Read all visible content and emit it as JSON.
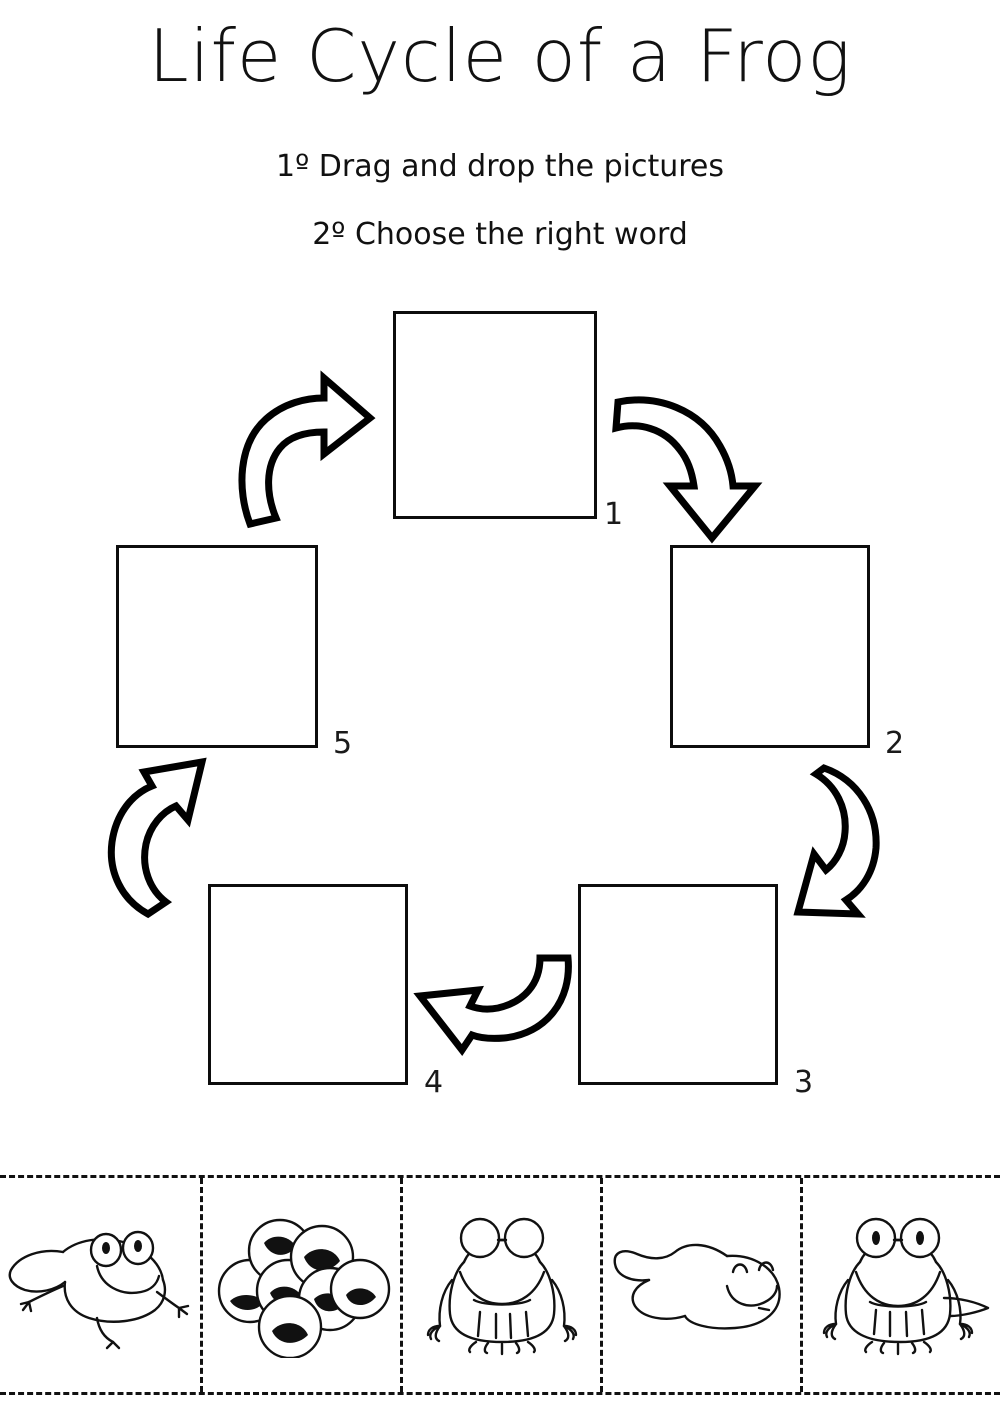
{
  "worksheet": {
    "title": "Life Cycle of a Frog",
    "instructions": [
      "1º Drag and drop the pictures",
      "2º Choose the right word"
    ]
  },
  "cycle": {
    "boxes": [
      {
        "number": "1",
        "label": "drop-zone-1",
        "content": ""
      },
      {
        "number": "2",
        "label": "drop-zone-2",
        "content": ""
      },
      {
        "number": "3",
        "label": "drop-zone-3",
        "content": ""
      },
      {
        "number": "4",
        "label": "drop-zone-4",
        "content": ""
      },
      {
        "number": "5",
        "label": "drop-zone-5",
        "content": ""
      }
    ],
    "arrows": [
      {
        "name": "arrow-up-right",
        "from": "5",
        "to": "1"
      },
      {
        "name": "arrow-down-right",
        "from": "1",
        "to": "2"
      },
      {
        "name": "arrow-down-left",
        "from": "2",
        "to": "3"
      },
      {
        "name": "arrow-left",
        "from": "3",
        "to": "4"
      },
      {
        "name": "arrow-up",
        "from": "4",
        "to": "5"
      }
    ]
  },
  "picture_strip": {
    "tiles": [
      {
        "icon": "froglet-with-tail-icon",
        "alt": "froglet"
      },
      {
        "icon": "frog-eggs-icon",
        "alt": "frog eggs"
      },
      {
        "icon": "young-frog-icon",
        "alt": "young frog"
      },
      {
        "icon": "tadpole-icon",
        "alt": "tadpole"
      },
      {
        "icon": "adult-frog-icon",
        "alt": "adult frog"
      }
    ]
  },
  "colors": {
    "ink": "#111111",
    "box_border": "#0d0d0d",
    "paper": "#ffffff"
  }
}
